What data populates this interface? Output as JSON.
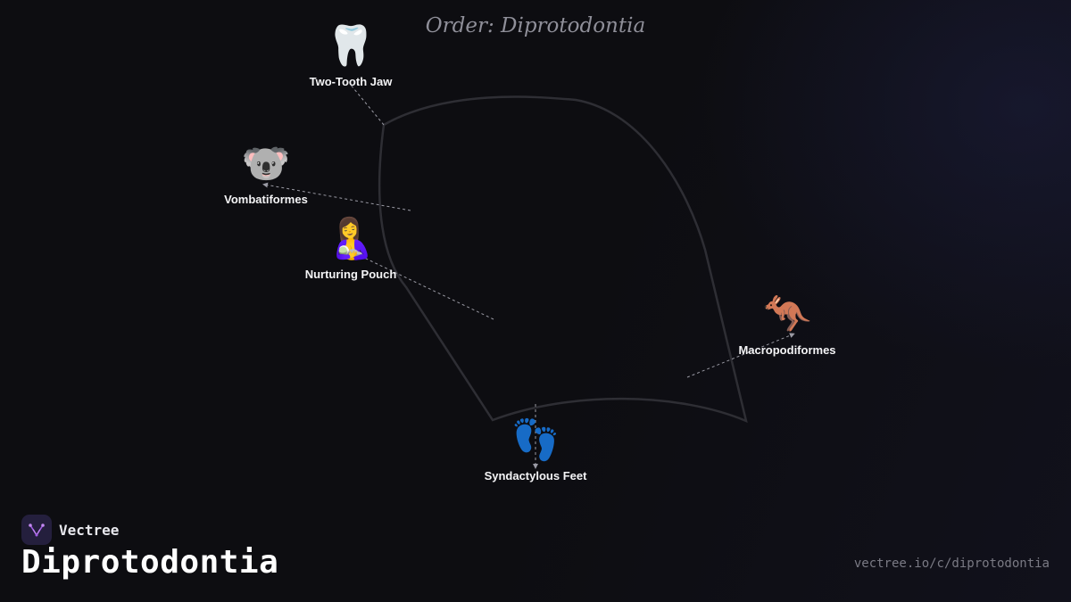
{
  "diagram": {
    "title": "Order: Diprotodontia",
    "nodes": [
      {
        "id": "two-tooth-jaw",
        "emoji": "🦷",
        "label": "Two-Tooth Jaw"
      },
      {
        "id": "vombatiformes",
        "emoji": "🐨",
        "label": "Vombatiformes"
      },
      {
        "id": "nurturing-pouch",
        "emoji": "🤱",
        "label": "Nurturing Pouch"
      },
      {
        "id": "macropodiformes",
        "emoji": "🦘",
        "label": "Macropodiformes"
      },
      {
        "id": "syndactylous-feet",
        "emoji": "👣",
        "label": "Syndactylous Feet"
      }
    ]
  },
  "footer": {
    "brand": "Vectree",
    "heading": "Diprotodontia",
    "url": "vectree.io/c/diprotodontia"
  },
  "colors": {
    "background": "#0d0d11",
    "outline": "#2e2e34",
    "connector": "#9a9aa4",
    "brand_accent": "#a25be6"
  }
}
